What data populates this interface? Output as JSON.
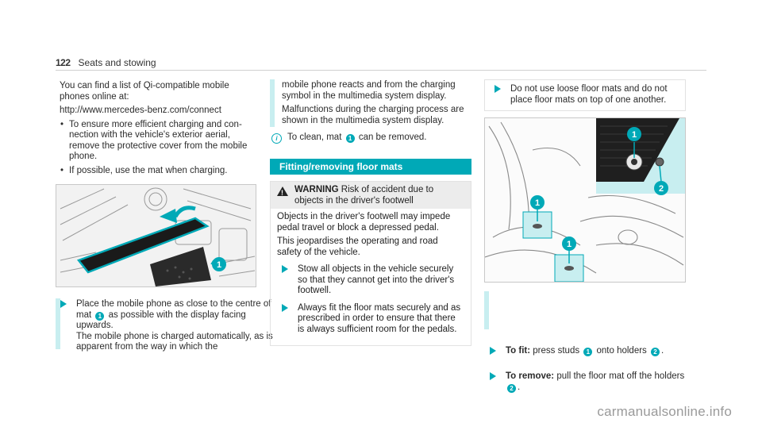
{
  "header": {
    "page_number": "122",
    "title": "Seats and stowing"
  },
  "col1": {
    "intro": "You can find a list of Qi-compatible mobile phones online at:",
    "url": "http://www.mercedes-benz.com/connect",
    "bullets": [
      "To ensure more efficient charging and con- nection with the vehicle's exterior aerial, remove the protective cover from the mobile phone.",
      "If possible, use the mat when charging."
    ],
    "step_part1": "Place the mobile phone as close to the centre of mat",
    "step_mark": "1",
    "step_part2": "as possible with the display facing upwards.",
    "step_part3": "The mobile phone is charged automatically, as is apparent from the way in which the"
  },
  "col2": {
    "cont1": "mobile phone reacts and from the charging symbol in the multimedia system display.",
    "cont2": "Malfunctions during the charging process are shown in the multimedia system display.",
    "clean_part1": "To clean, mat",
    "clean_mark": "1",
    "clean_part2": "can be removed.",
    "section_title": "Fitting/removing floor mats",
    "warning": {
      "label": "WARNING",
      "head_text": "Risk of accident due to objects in the driver's footwell",
      "body1": "Objects in the driver's footwell may impede pedal travel or block a depressed pedal.",
      "body2": "This jeopardises the operating and road safety of the vehicle.",
      "step1": "Stow all objects in the vehicle securely so that they cannot get into the driver's footwell.",
      "step2": "Always fit the floor mats securely and as prescribed in order to ensure that there is always sufficient room for the pedals."
    }
  },
  "col3": {
    "note": "Do not use loose floor mats and do not place floor mats on top of one another.",
    "fit_label": "To fit:",
    "fit_part1": "press studs",
    "fit_mark1": "1",
    "fit_part2": "onto holders",
    "fit_mark2": "2",
    "remove_label": "To remove:",
    "remove_part1": "pull the floor mat off the holders",
    "remove_mark": "2"
  },
  "watermark": "carmanualsonline.info",
  "colors": {
    "accent": "#00a9b7",
    "bar": "#c8eef0"
  }
}
